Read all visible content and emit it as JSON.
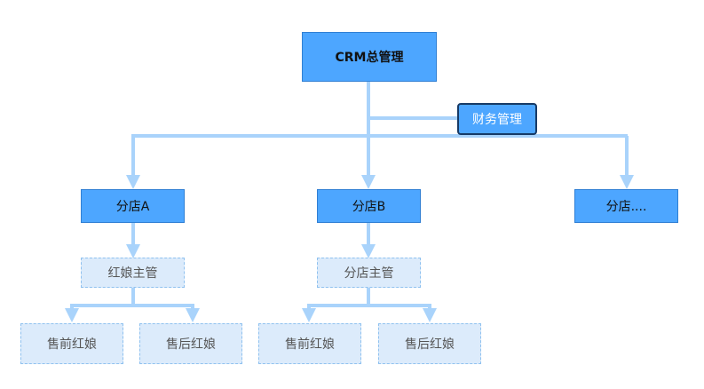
{
  "diagram": {
    "root": "CRM总管理",
    "finance": "财务管理",
    "branches": [
      {
        "label": "分店A",
        "manager": "红娘主管",
        "children": [
          "售前红娘",
          "售后红娘"
        ]
      },
      {
        "label": "分店B",
        "manager": "分店主管",
        "children": [
          "售前红娘",
          "售后红娘"
        ]
      },
      {
        "label": "分店...."
      }
    ]
  },
  "colors": {
    "connector": "#a9d3fb",
    "node_fill": "#4da6ff",
    "node_border": "#2f7fd4",
    "dashed_fill": "#dcebfb",
    "dashed_border": "#8fc1ef",
    "finance_border": "#173a66"
  }
}
